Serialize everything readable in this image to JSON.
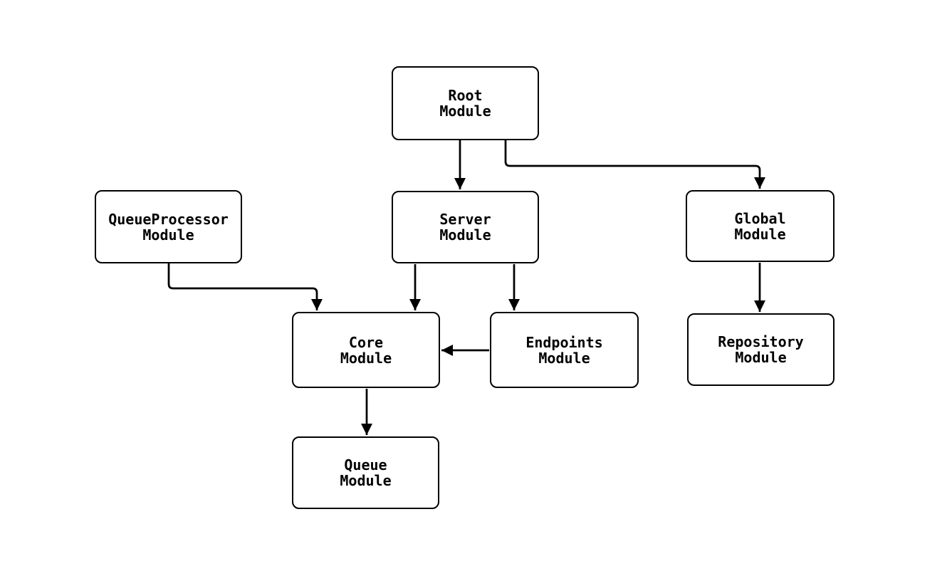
{
  "diagram": {
    "background_color": "#ffffff",
    "stroke_color": "#000000",
    "node_fill_color": "#ffffff",
    "nodes": {
      "root": {
        "label": "Root\nModule"
      },
      "server": {
        "label": "Server\nModule"
      },
      "global": {
        "label": "Global\nModule"
      },
      "queueprocessor": {
        "label": "QueueProcessor\nModule"
      },
      "core": {
        "label": "Core\nModule"
      },
      "endpoints": {
        "label": "Endpoints\nModule"
      },
      "repository": {
        "label": "Repository\nModule"
      },
      "queue": {
        "label": "Queue\nModule"
      }
    },
    "edges": [
      {
        "from": "Root Module",
        "to": "Server Module"
      },
      {
        "from": "Root Module",
        "to": "Global Module"
      },
      {
        "from": "QueueProcessor Module",
        "to": "Core Module"
      },
      {
        "from": "Server Module",
        "to": "Core Module"
      },
      {
        "from": "Server Module",
        "to": "Endpoints Module"
      },
      {
        "from": "Endpoints Module",
        "to": "Core Module"
      },
      {
        "from": "Global Module",
        "to": "Repository Module"
      },
      {
        "from": "Core Module",
        "to": "Queue Module"
      }
    ]
  }
}
